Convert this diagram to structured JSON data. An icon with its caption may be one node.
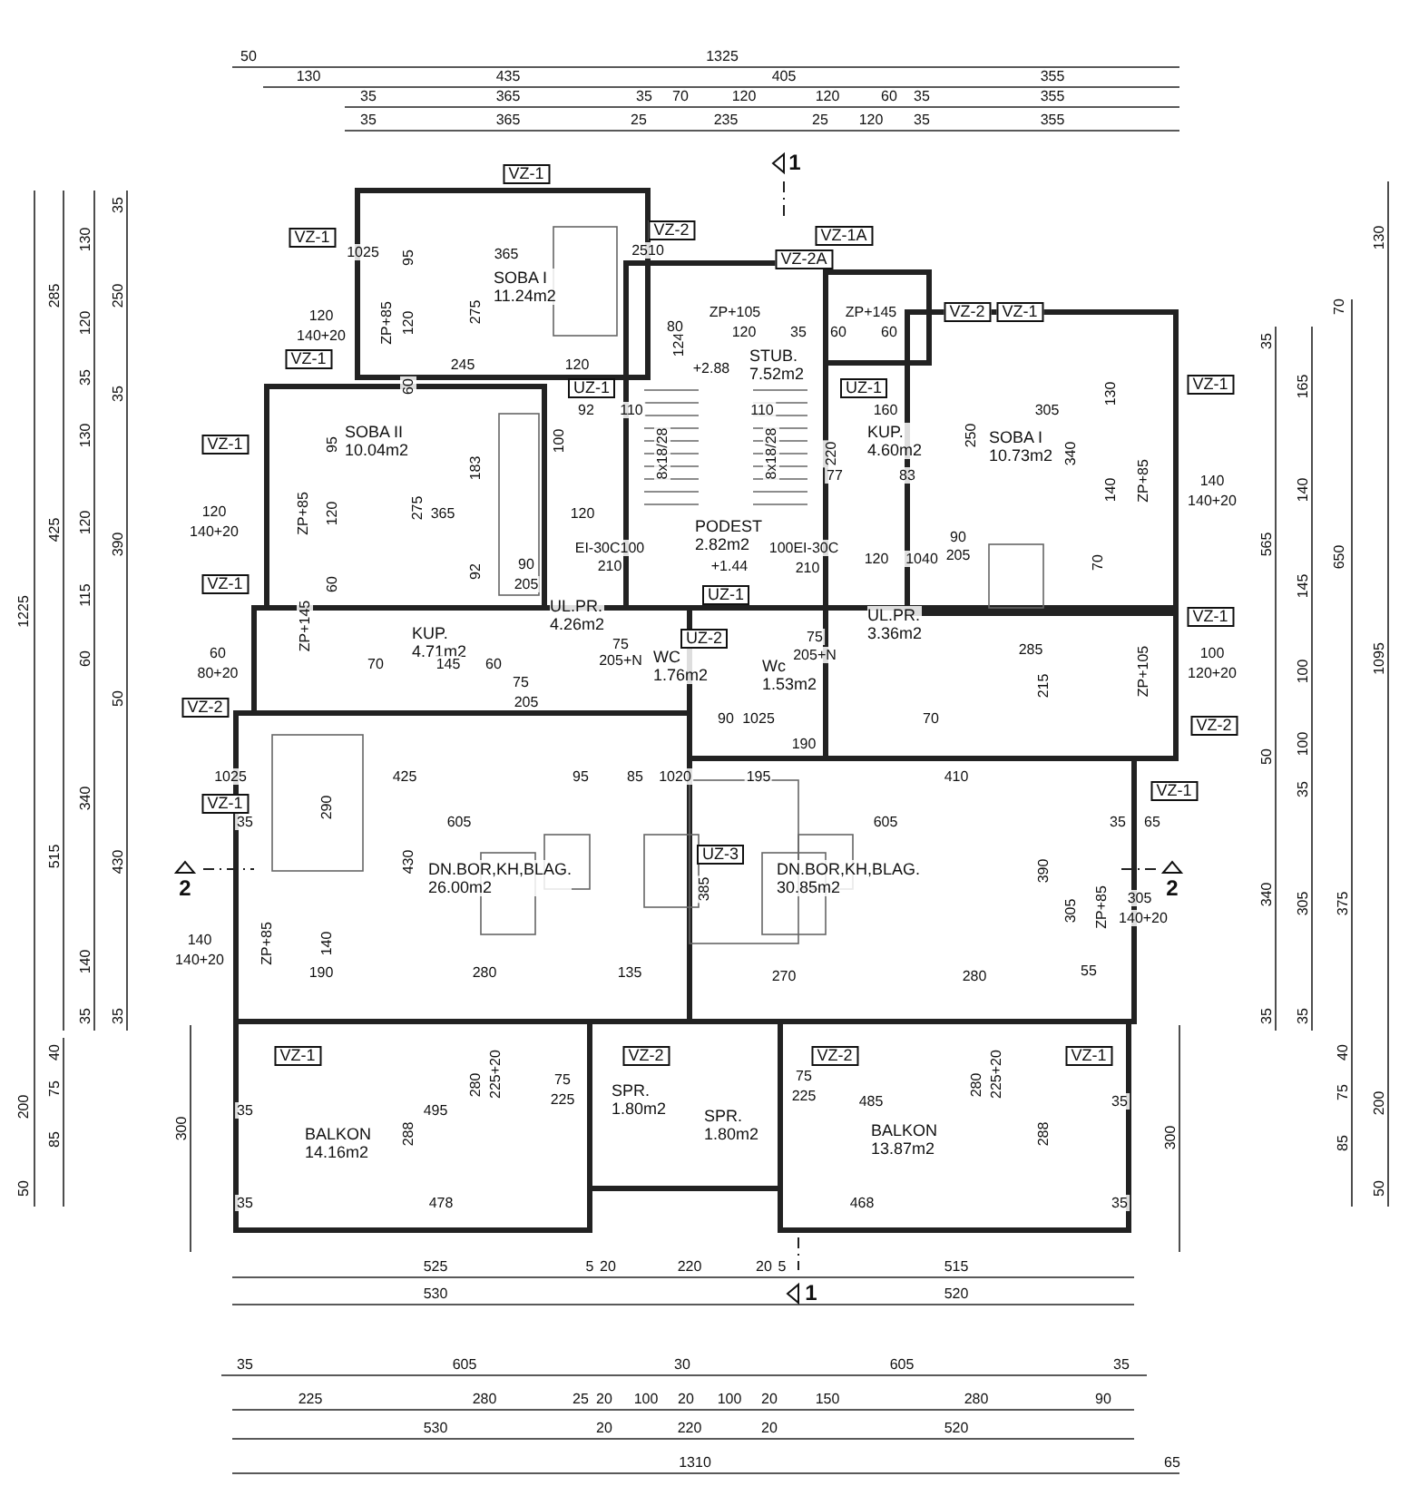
{
  "diagram": {
    "nodes": [
      {
        "text": [
          "SOBA I",
          "11.24m2"
        ]
      },
      {
        "text": [
          "STUB.",
          "7.52m2"
        ]
      },
      {
        "text": [
          "SOBA I",
          "10.73m2"
        ]
      },
      {
        "text": [
          "SOBA II",
          "10.04m2"
        ]
      },
      {
        "text": [
          "KUP.",
          "4.60m2"
        ]
      },
      {
        "text": [
          "PODEST",
          "2.82m2"
        ]
      },
      {
        "text": [
          "KUP.",
          "4.71m2"
        ]
      },
      {
        "text": [
          "UL.PR.",
          "4.26m2"
        ]
      },
      {
        "text": [
          "UL.PR.",
          "3.36m2"
        ]
      },
      {
        "text": [
          "WC",
          "1.76m2"
        ]
      },
      {
        "text": [
          "Wc",
          "1.53m2"
        ]
      },
      {
        "text": [
          "DN.BOR,KH,BLAG.",
          "26.00m2"
        ]
      },
      {
        "text": [
          "DN.BOR,KH,BLAG.",
          "30.85m2"
        ]
      },
      {
        "text": [
          "SPR.",
          "1.80m2"
        ]
      },
      {
        "text": [
          "SPR.",
          "1.80m2"
        ]
      },
      {
        "text": [
          "BALKON",
          "14.16m2"
        ]
      },
      {
        "text": [
          "BALKON",
          "13.87m2"
        ]
      }
    ],
    "labels": [
      "50",
      "1325",
      "130",
      "435",
      "405",
      "355",
      "35",
      "365",
      "35",
      "70",
      "120",
      "120",
      "60",
      "35",
      "355",
      "35",
      "365",
      "25",
      "235",
      "25",
      "120",
      "35",
      "355",
      "1",
      "VZ-1",
      "VZ-1",
      "VZ-2",
      "VZ-1A",
      "VZ-2A",
      "VZ-2",
      "VZ-1",
      "VZ-1",
      "UZ-1",
      "UZ-1",
      "VZ-1",
      "VZ-1",
      "VZ-1",
      "UZ-1",
      "VZ-1",
      "UZ-2",
      "VZ-2",
      "VZ-2",
      "VZ-1",
      "VZ-1",
      "UZ-3",
      "VZ-1",
      "VZ-2",
      "VZ-2",
      "VZ-1",
      "1225",
      "285",
      "425",
      "515",
      "130",
      "120",
      "35",
      "130",
      "120",
      "115",
      "60",
      "340",
      "140",
      "35",
      "35",
      "250",
      "35",
      "390",
      "50",
      "430",
      "35",
      "40",
      "75",
      "85",
      "200",
      "50",
      "300",
      "130",
      "1095",
      "70",
      "650",
      "165",
      "140",
      "145",
      "100",
      "35",
      "565",
      "50",
      "100",
      "35",
      "305",
      "35",
      "340",
      "35",
      "375",
      "40",
      "75",
      "85",
      "200",
      "50",
      "300",
      "525",
      "5",
      "20",
      "220",
      "20",
      "5",
      "515",
      "530",
      "520",
      "1",
      "35",
      "605",
      "30",
      "605",
      "35",
      "225",
      "280",
      "25",
      "20",
      "100",
      "20",
      "100",
      "20",
      "150",
      "280",
      "90",
      "530",
      "20",
      "220",
      "20",
      "520",
      "1310",
      "65",
      "2",
      "2",
      "1025",
      "95",
      "365",
      "2510",
      "ZP+85",
      "120",
      "275",
      "120",
      "140+20",
      "245",
      "120",
      "60",
      "95",
      "120",
      "ZP+85",
      "275",
      "365",
      "183",
      "120",
      "140+20",
      "60",
      "92",
      "90",
      "205",
      "92",
      "110",
      "100",
      "120",
      "8x18/28",
      "+2.88",
      "124",
      "80",
      "ZP+105",
      "120",
      "35",
      "ZP+145",
      "60",
      "60",
      "110",
      "160",
      "8x18/28",
      "+1.44",
      "EI-30C100",
      "210",
      "100EI-30C",
      "210",
      "120",
      "1040",
      "90",
      "205",
      "220",
      "77",
      "83",
      "305",
      "250",
      "340",
      "130",
      "140",
      "ZP+85",
      "140",
      "140+20",
      "70",
      "285",
      "215",
      "ZP+105",
      "100",
      "120+20",
      "ZP+145",
      "60",
      "80+20",
      "70",
      "145",
      "60",
      "75",
      "205",
      "75",
      "205+N",
      "75",
      "205+N",
      "90",
      "1025",
      "70",
      "190",
      "1025",
      "425",
      "95",
      "85",
      "1020",
      "195",
      "410",
      "35",
      "605",
      "605",
      "35",
      "65",
      "290",
      "430",
      "385",
      "390",
      "305",
      "ZP+85",
      "305",
      "140+20",
      "ZP+85",
      "140",
      "140",
      "140+20",
      "190",
      "280",
      "135",
      "270",
      "280",
      "55",
      "280",
      "225+20",
      "75",
      "225",
      "35",
      "495",
      "288",
      "35",
      "478",
      "75",
      "225",
      "485",
      "280",
      "225+20",
      "35",
      "288",
      "468",
      "35"
    ]
  }
}
